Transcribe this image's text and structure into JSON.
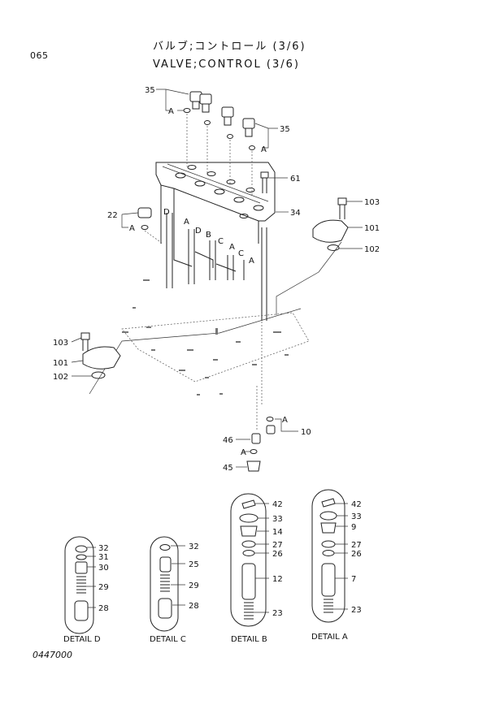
{
  "page_number": "065",
  "title_jp": "バルブ;コントロール (3/6)",
  "title_en": "VALVE;CONTROL (3/6)",
  "drawing_number": "0447000",
  "callouts": {
    "c35a": "35",
    "c35b": "35",
    "c61": "61",
    "c34": "34",
    "c22": "22",
    "c103a": "103",
    "c101a": "101",
    "c102a": "102",
    "c103b": "103",
    "c101b": "101",
    "c102b": "102",
    "c10": "10",
    "c46": "46",
    "c45": "45"
  },
  "detail_letters": {
    "a1": "A",
    "a2": "A",
    "a3": "A",
    "a4": "A",
    "a5": "A",
    "a6": "A",
    "a7": "A",
    "a8": "A",
    "b1": "B",
    "c1": "C",
    "c2": "C",
    "d1": "D",
    "d2": "D"
  },
  "details": [
    {
      "caption": "DETAIL D",
      "parts": [
        "32",
        "31",
        "30",
        "29",
        "28"
      ]
    },
    {
      "caption": "DETAIL C",
      "parts": [
        "32",
        "25",
        "29",
        "28"
      ]
    },
    {
      "caption": "DETAIL B",
      "parts": [
        "42",
        "33",
        "14",
        "27",
        "26",
        "12",
        "23"
      ]
    },
    {
      "caption": "DETAIL A",
      "parts": [
        "42",
        "33",
        "9",
        "27",
        "26",
        "7",
        "23"
      ]
    }
  ]
}
